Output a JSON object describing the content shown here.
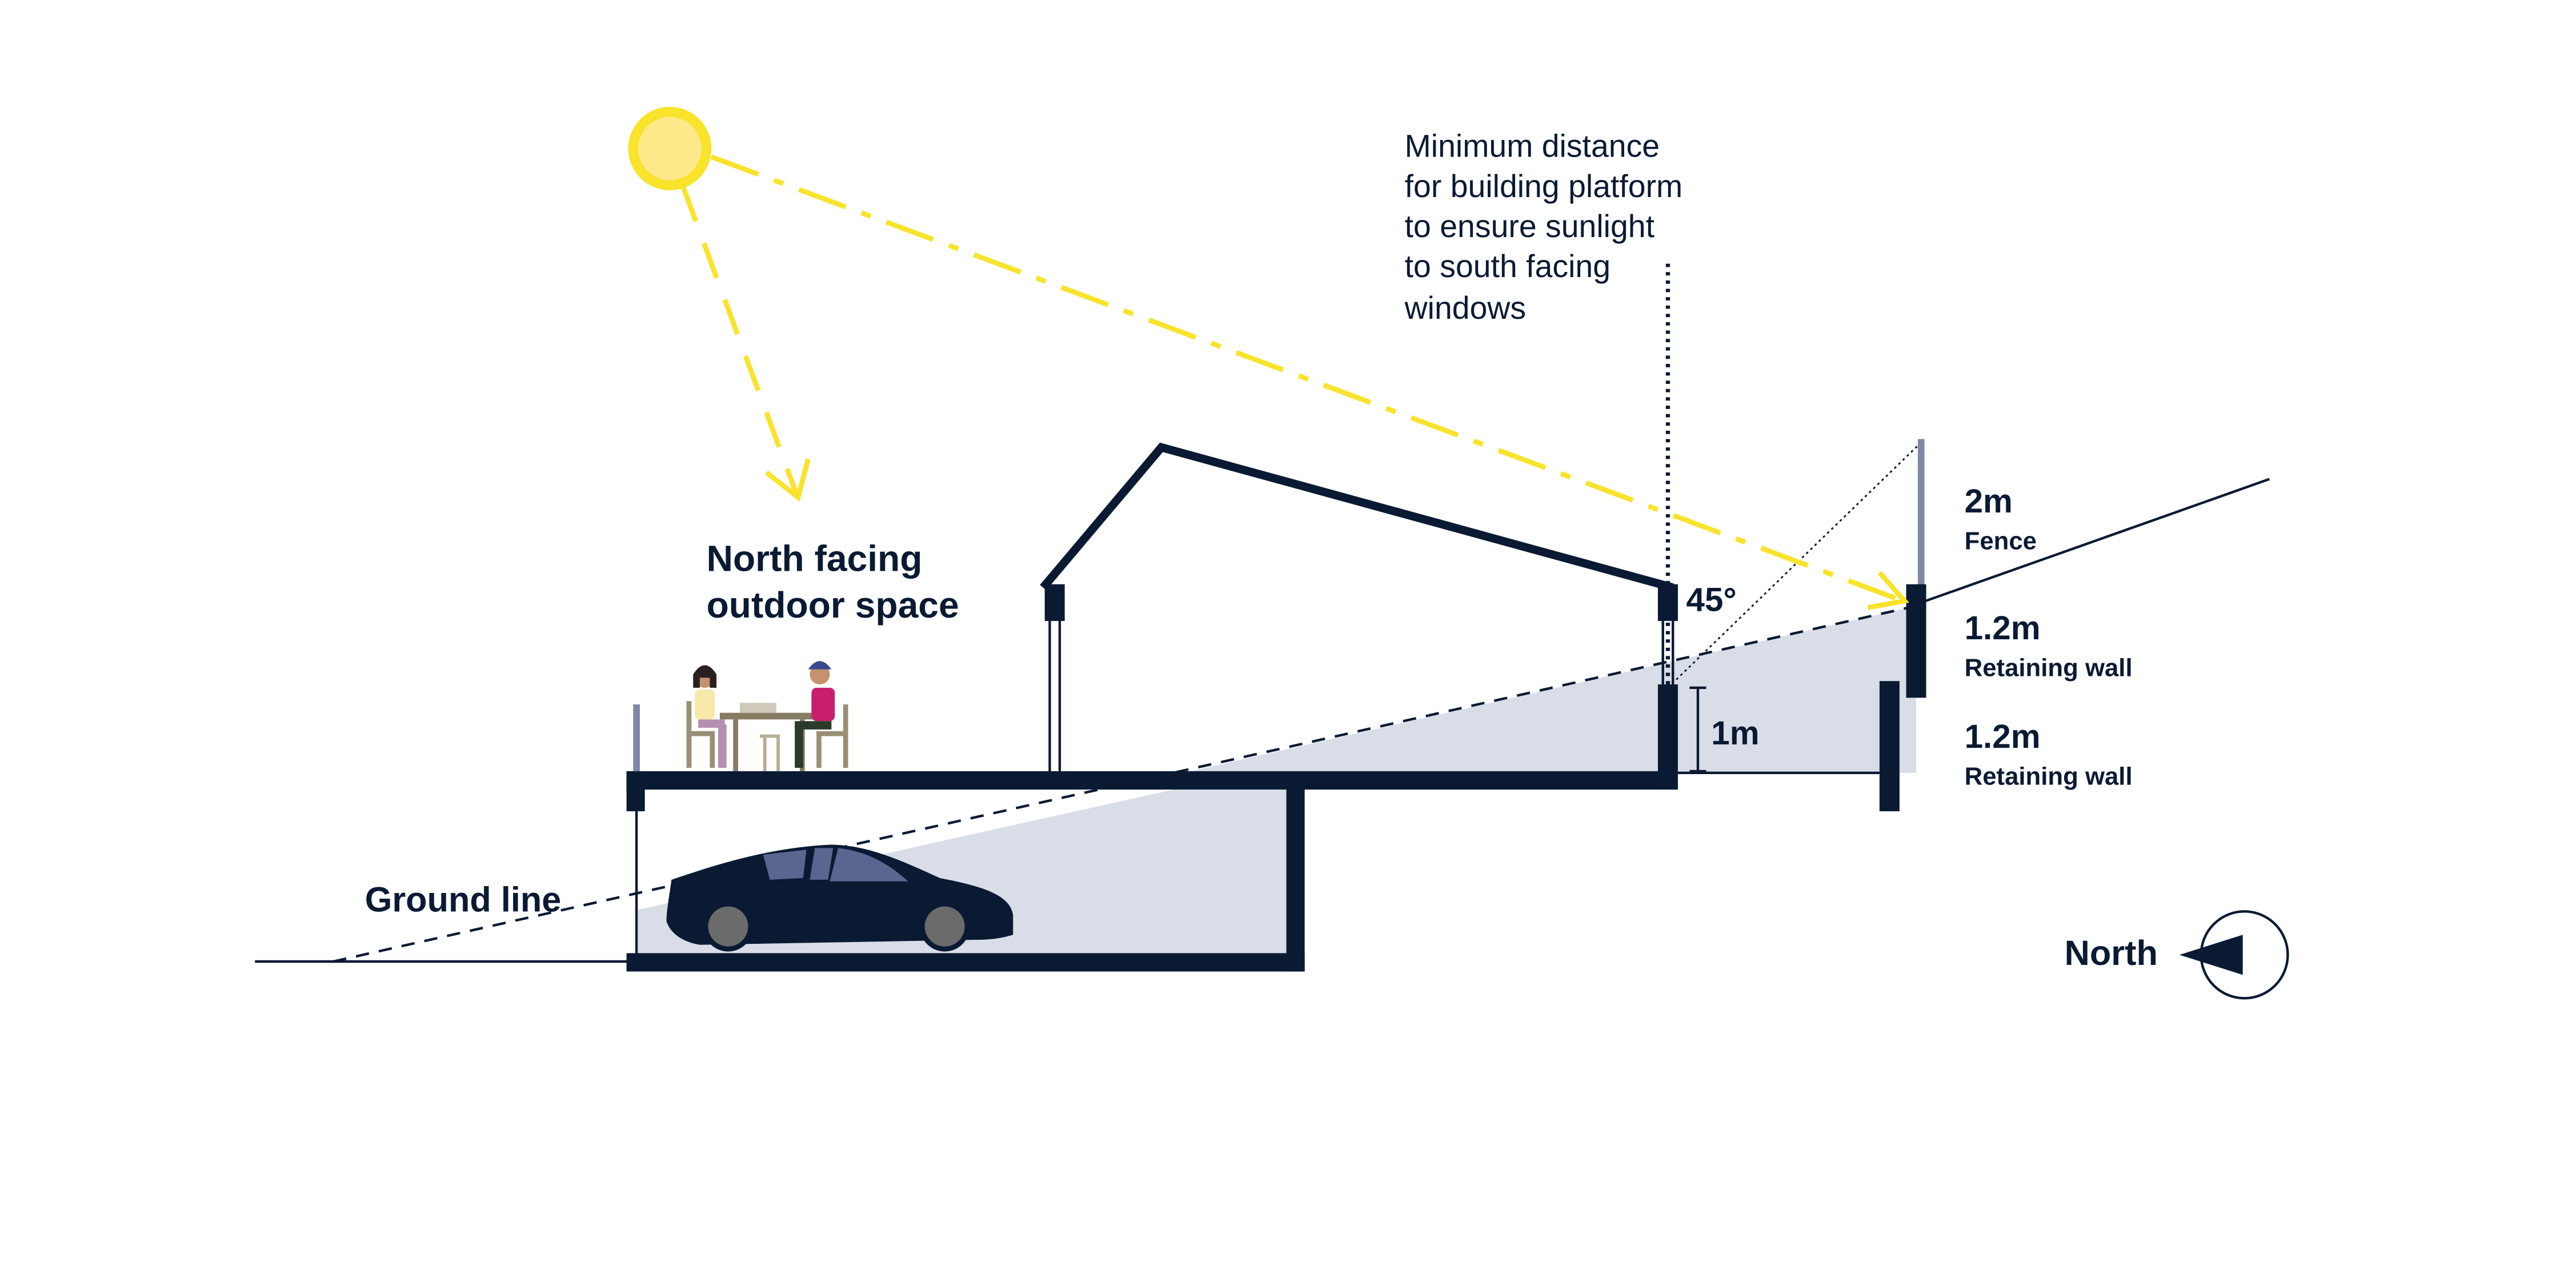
{
  "labels": {
    "annotation": [
      "Minimum distance",
      "for building platform",
      "to ensure sunlight",
      "to south facing",
      "windows"
    ],
    "outdoor": [
      "North facing",
      "outdoor space"
    ],
    "ground_line": "Ground line",
    "angle": "45°",
    "height_1m": "1m",
    "fence_height": "2m",
    "fence_label": "Fence",
    "wall1_height": "1.2m",
    "wall1_label": "Retaining wall",
    "wall2_height": "1.2m",
    "wall2_label": "Retaining wall",
    "north": "North"
  },
  "colors": {
    "structure": "#0a1a33",
    "sun": "#f9e32b",
    "sun_core": "#fde98a",
    "shade": "#d9dde8",
    "fence": "#7d87a8"
  },
  "icons": {
    "sun": "sun-icon",
    "car": "car-icon",
    "people": "people-dining-icon",
    "north_arrow": "north-arrow-icon"
  }
}
